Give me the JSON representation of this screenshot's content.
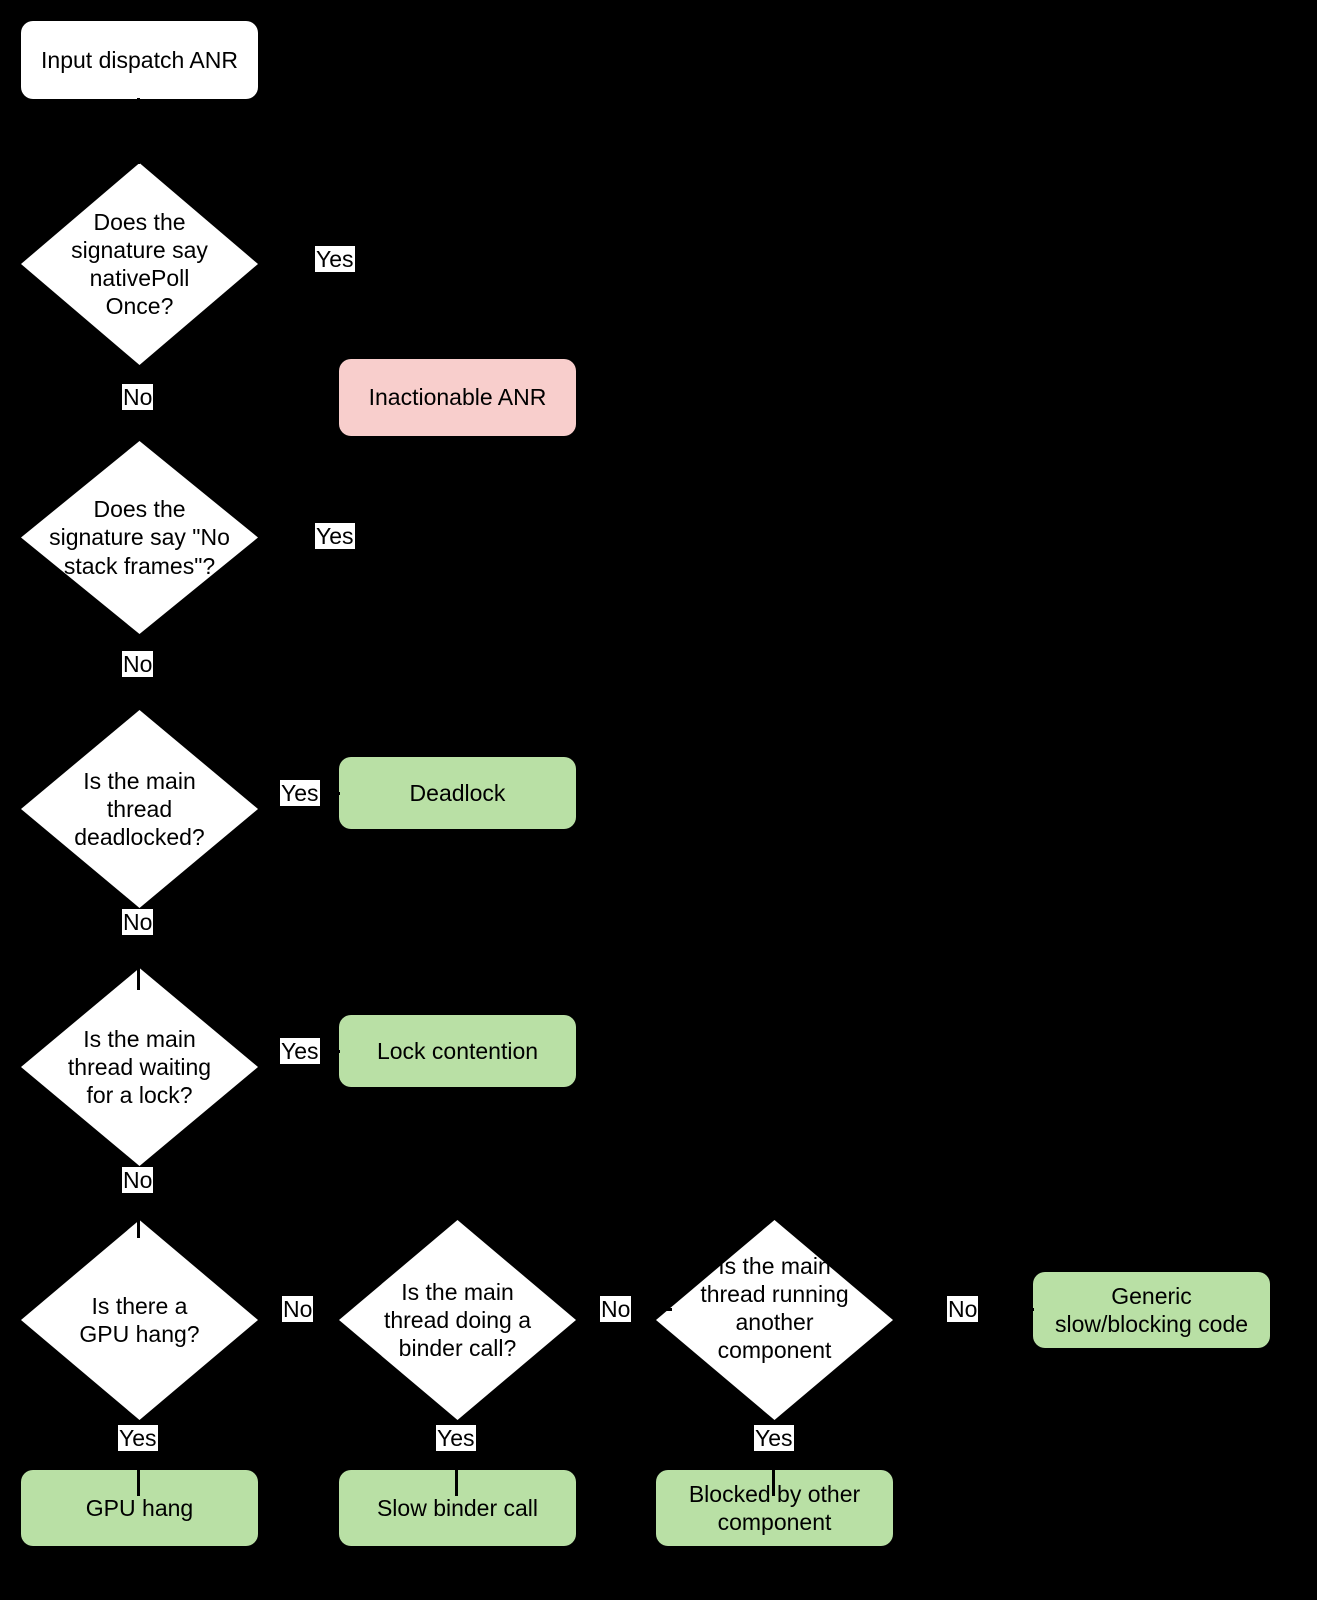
{
  "diagram": {
    "title": "Input dispatch ANR triage flowchart",
    "background_color": "#000000",
    "colors": {
      "start_fill": "#ffffff",
      "decision_fill": "#ffffff",
      "bad_outcome_fill": "#f8cecc",
      "good_outcome_fill": "#b9e0a5",
      "text": "#000000",
      "edge": "#000000"
    }
  },
  "nodes": {
    "start": {
      "label": "Input dispatch ANR"
    },
    "q_nativepollonce": {
      "label": "Does the\nsignature say\nnativePoll\nOnce?"
    },
    "q_no_stack_frames": {
      "label": "Does the\nsignature say \"No\nstack frames\"?"
    },
    "q_deadlocked": {
      "label": "Is the main\nthread\ndeadlocked?"
    },
    "q_waiting_lock": {
      "label": "Is the main\nthread waiting\nfor a lock?"
    },
    "q_gpu_hang": {
      "label": "Is there a\nGPU hang?"
    },
    "q_binder_call": {
      "label": "Is the main\nthread doing a\nbinder call?"
    },
    "q_other_component": {
      "label": "Is the main\nthread running\nanother\ncomponent"
    },
    "out_inactionable": {
      "label": "Inactionable ANR"
    },
    "out_deadlock": {
      "label": "Deadlock"
    },
    "out_lock_contention": {
      "label": "Lock contention"
    },
    "out_generic_slow": {
      "label": "Generic\nslow/blocking code"
    },
    "out_gpu_hang": {
      "label": "GPU hang"
    },
    "out_slow_binder": {
      "label": "Slow binder call"
    },
    "out_blocked_other": {
      "label": "Blocked by other\ncomponent"
    }
  },
  "edge_labels": {
    "nativepoll_yes": "Yes",
    "nativepoll_no": "No",
    "nostack_yes": "Yes",
    "nostack_no": "No",
    "deadlock_yes": "Yes",
    "deadlock_no": "No",
    "lock_yes": "Yes",
    "lock_no": "No",
    "gpu_no": "No",
    "gpu_yes": "Yes",
    "binder_no": "No",
    "binder_yes": "Yes",
    "component_no": "No",
    "component_yes": "Yes"
  }
}
